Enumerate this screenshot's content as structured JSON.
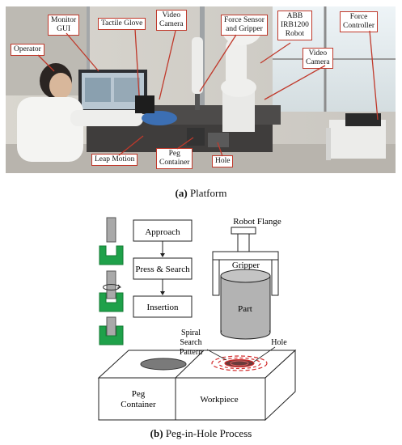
{
  "figure_a": {
    "caption_letter": "(a)",
    "caption_text": "Platform",
    "callouts": {
      "operator": "Operator",
      "monitor_gui": "Monitor\nGUI",
      "tactile_glove": "Tactile Glove",
      "video_camera_1": "Video\nCamera",
      "force_sensor": "Force Sensor\nand Gripper",
      "abb_robot": "ABB\nIRB1200\nRobot",
      "force_controller": "Force\nController",
      "video_camera_2": "Video\nCamera",
      "leap_motion": "Leap Motion",
      "peg_container": "Peg\nContainer",
      "hole": "Hole"
    }
  },
  "figure_b": {
    "caption_letter": "(b)",
    "caption_text": "Peg-in-Hole Process",
    "steps": [
      "Approach",
      "Press & Search",
      "Insertion"
    ],
    "robot_flange": "Robot Flange",
    "gripper": "Gripper",
    "part": "Part",
    "spiral_label": [
      "Spiral",
      "Search",
      "Pattern"
    ],
    "hole_label": "Hole",
    "peg_container": [
      "Peg",
      "Container"
    ],
    "workpiece": "Workpiece"
  },
  "colors": {
    "callout_border": "#c0392b",
    "peg_holder_green": "#1fa14a",
    "peg_gray": "#a9a9a9",
    "spiral_red": "#d22b2b"
  }
}
